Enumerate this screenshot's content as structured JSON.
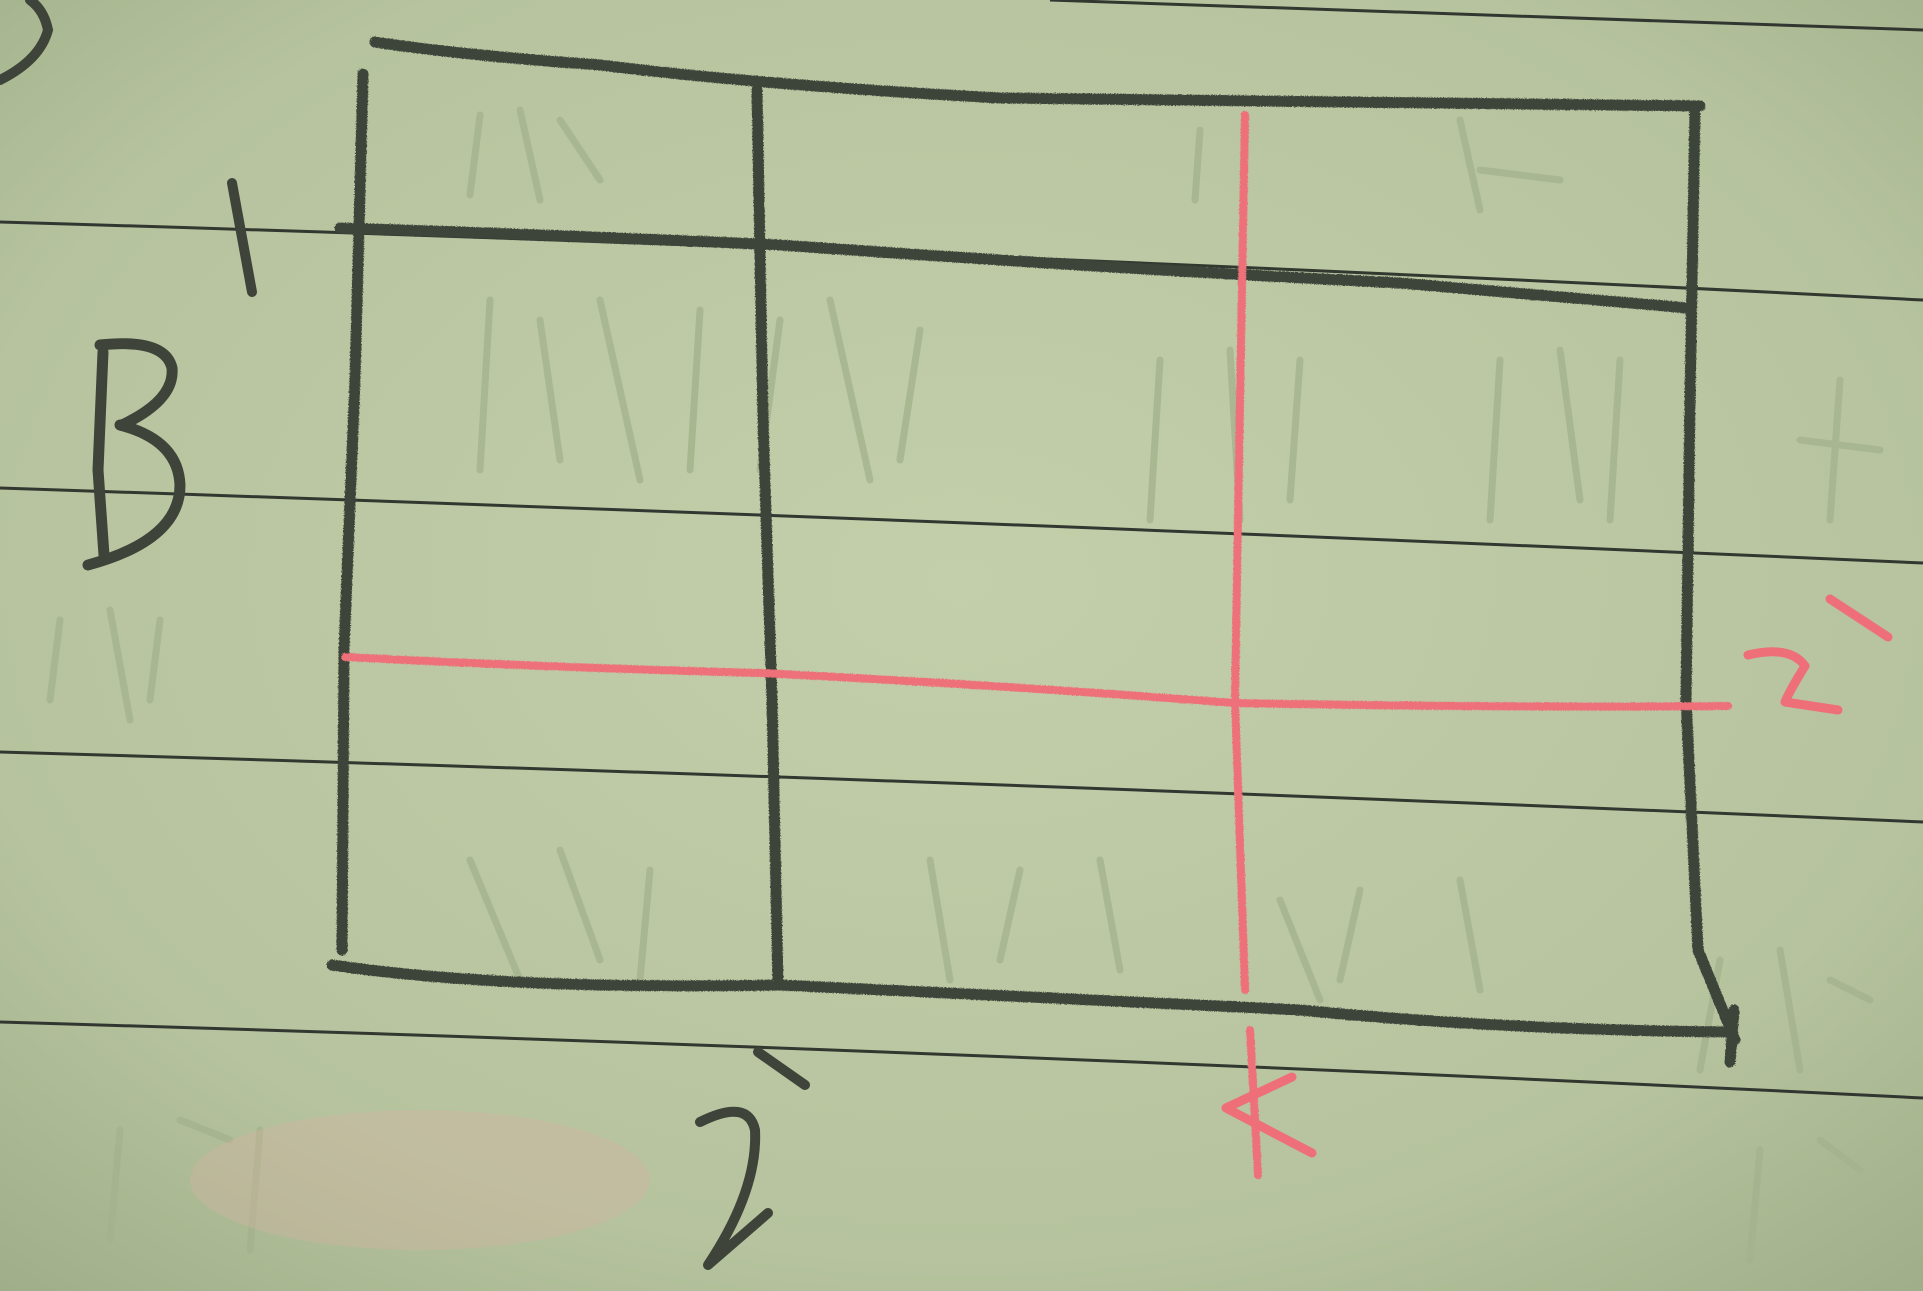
{
  "sketch": {
    "paper_color": "#b9c6a2",
    "rule_color": "#2a2f2a",
    "pencil_color": "#3e443a",
    "highlight_color": "#ee6f78",
    "texts": [
      {
        "key": "label_b",
        "value": "B",
        "color": "pencil"
      },
      {
        "key": "label_1",
        "value": "1",
        "color": "pencil"
      },
      {
        "key": "label_2_bottom",
        "value": "2",
        "color": "pencil"
      },
      {
        "key": "label_2_right",
        "value": "2",
        "color": "highlight"
      },
      {
        "key": "label_k",
        "value": "k",
        "color": "highlight"
      }
    ]
  }
}
